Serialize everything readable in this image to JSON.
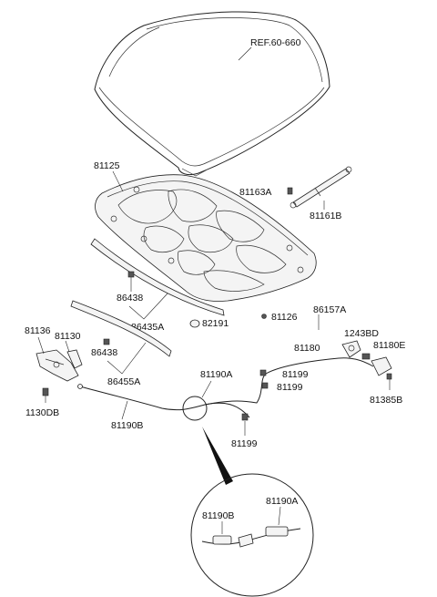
{
  "reference": "REF.60-660",
  "parts": {
    "p81125": "81125",
    "p81163A": "81163A",
    "p81161B": "81161B",
    "p86438_upper": "86438",
    "p86435A": "86435A",
    "p82191": "82191",
    "p81126": "81126",
    "p86157A": "86157A",
    "p81136": "81136",
    "p81130": "81130",
    "p86438_lower": "86438",
    "p86455A": "86455A",
    "p1130DB": "1130DB",
    "p1243BD": "1243BD",
    "p81180": "81180",
    "p81180E": "81180E",
    "p81190A_main": "81190A",
    "p81199_a": "81199",
    "p81199_b": "81199",
    "p81199_c": "81199",
    "p81385B": "81385B",
    "p81190B_main": "81190B",
    "p81190B_detail": "81190B",
    "p81190A_detail": "81190A"
  },
  "icons": {
    "hood": "hood-panel-icon",
    "insulator": "hood-insulator-icon",
    "strut": "gas-lift-strut-icon",
    "latch": "hood-latch-icon",
    "cable": "release-cable-icon",
    "magnifier": "detail-magnifier-icon"
  }
}
